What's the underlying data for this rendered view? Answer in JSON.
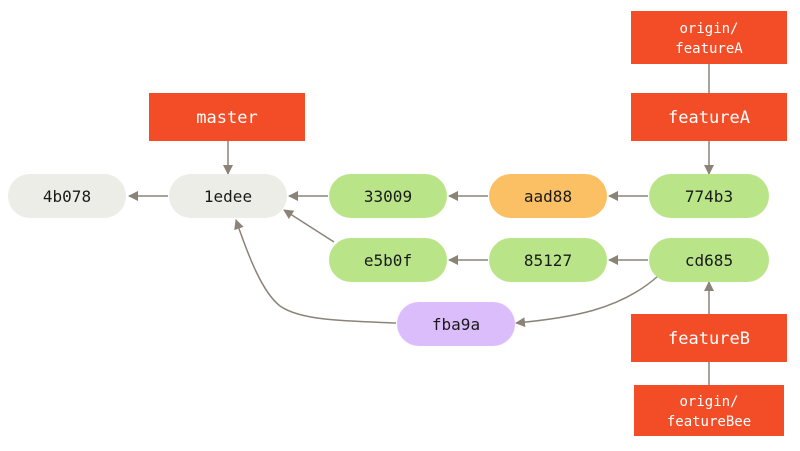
{
  "colors": {
    "ref": "#f34d28",
    "commit_base": "#ededE7",
    "commit_green": "#b9e588",
    "commit_orange": "#fbc064",
    "commit_purple": "#dcbdfc",
    "arrow": "#8b8378"
  },
  "commits": {
    "c4b078": "4b078",
    "c1edee": "1edee",
    "c33009": "33009",
    "caad88": "aad88",
    "c774b3": "774b3",
    "ce5b0f": "e5b0f",
    "c85127": "85127",
    "ccd685": "cd685",
    "cfba9a": "fba9a"
  },
  "refs": {
    "master": "master",
    "featureA": "featureA",
    "origin_featureA": {
      "line1": "origin/",
      "line2": "featureA"
    },
    "featureB": "featureB",
    "origin_featureBee": {
      "line1": "origin/",
      "line2": "featureBee"
    }
  }
}
